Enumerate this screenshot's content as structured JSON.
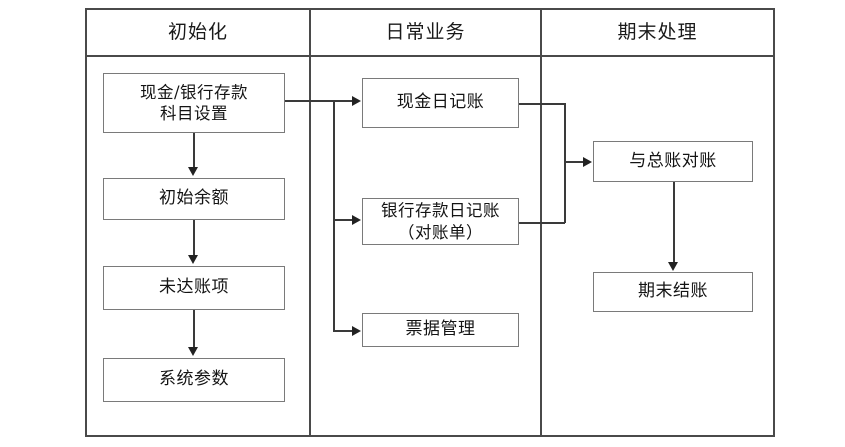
{
  "diagram": {
    "type": "swimlane-flowchart",
    "columns": [
      {
        "id": "init",
        "header": "初始化"
      },
      {
        "id": "daily",
        "header": "日常业务"
      },
      {
        "id": "close",
        "header": "期末处理"
      }
    ],
    "nodes": {
      "account_setup": {
        "label": "现金/银行存款\n科目设置",
        "line1": "现金/银行存款",
        "line2": "科目设置",
        "column": "init"
      },
      "opening_balance": {
        "label": "初始余额",
        "column": "init"
      },
      "unreconciled": {
        "label": "未达账项",
        "column": "init"
      },
      "system_params": {
        "label": "系统参数",
        "column": "init"
      },
      "cash_journal": {
        "label": "现金日记账",
        "column": "daily"
      },
      "bank_journal": {
        "label": "银行存款日记账\n(对账单)",
        "line1": "银行存款日记账",
        "line2": "（对账单）",
        "column": "daily"
      },
      "bill_management": {
        "label": "票据管理",
        "column": "daily"
      },
      "gl_reconcile": {
        "label": "与总账对账",
        "column": "close"
      },
      "period_closing": {
        "label": "期末结账",
        "column": "close"
      }
    },
    "edges": [
      {
        "from": "account_setup",
        "to": "opening_balance",
        "style": "arrow-down"
      },
      {
        "from": "opening_balance",
        "to": "unreconciled",
        "style": "arrow-down"
      },
      {
        "from": "unreconciled",
        "to": "system_params",
        "style": "arrow-down"
      },
      {
        "from": "account_setup",
        "to": "cash_journal",
        "style": "arrow-right-bus"
      },
      {
        "from": "account_setup",
        "to": "bank_journal",
        "style": "arrow-right-bus"
      },
      {
        "from": "account_setup",
        "to": "bill_management",
        "style": "arrow-right-bus"
      },
      {
        "from": "cash_journal",
        "to": "gl_reconcile",
        "style": "merge-right"
      },
      {
        "from": "bank_journal",
        "to": "gl_reconcile",
        "style": "merge-right"
      },
      {
        "from": "gl_reconcile",
        "to": "period_closing",
        "style": "arrow-down"
      }
    ],
    "colors": {
      "frame_border": "#4a4a4a",
      "node_border": "#7a7a7a",
      "connector": "#3a3a3a",
      "background": "#ffffff",
      "text": "#141414"
    }
  }
}
